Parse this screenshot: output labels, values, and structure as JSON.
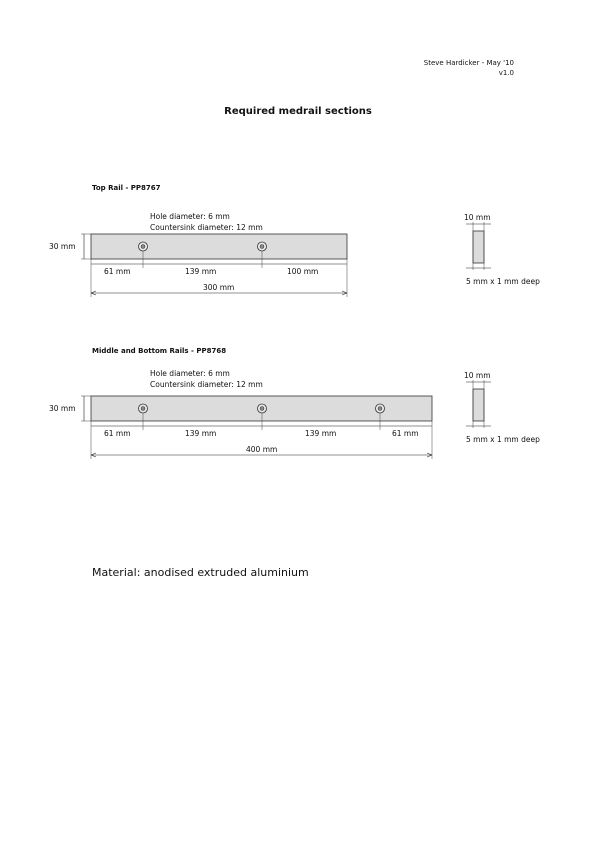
{
  "header": {
    "author_line": "Steve Hardicker - May '10",
    "version": "v1.0"
  },
  "title": "Required medrail sections",
  "sections": [
    {
      "title": "Top Rail - PP8767",
      "hole_note": "Hole diameter: 6 mm",
      "countersink_note": "Countersink diameter: 12 mm",
      "height_label": "30 mm",
      "segment_labels": [
        "61 mm",
        "139 mm",
        "100 mm"
      ],
      "total_label": "300 mm",
      "profile_width_label": "10 mm",
      "profile_groove_label": "5 mm x 1 mm deep"
    },
    {
      "title": "Middle and Bottom Rails - PP8768",
      "hole_note": "Hole diameter: 6 mm",
      "countersink_note": "Countersink diameter: 12 mm",
      "height_label": "30 mm",
      "segment_labels": [
        "61 mm",
        "139 mm",
        "139 mm",
        "61 mm"
      ],
      "total_label": "400 mm",
      "profile_width_label": "10 mm",
      "profile_groove_label": "5 mm x 1 mm deep"
    }
  ],
  "material": "Material: anodised extruded aluminium"
}
